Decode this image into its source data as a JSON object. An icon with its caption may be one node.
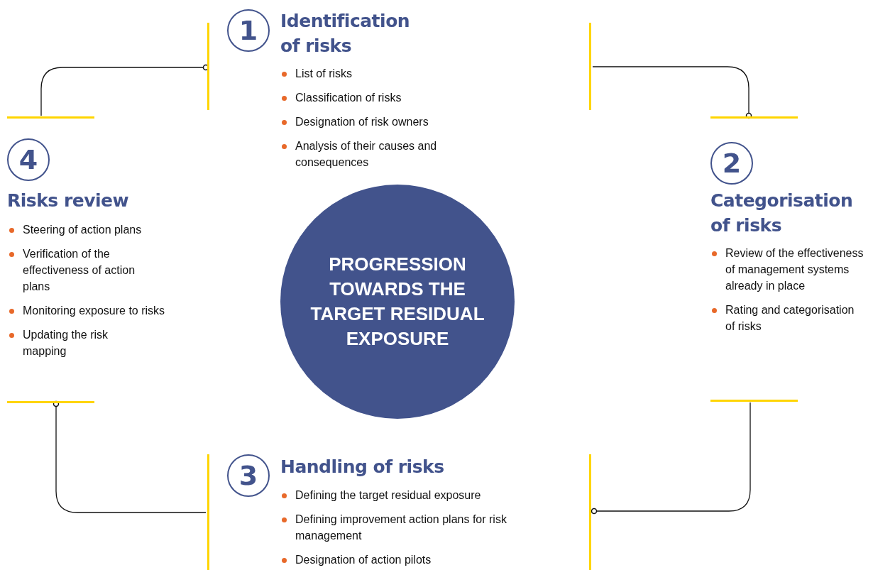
{
  "diagram": {
    "nodes": [
      {
        "text": [
          "Identification of risks",
          "List of risks",
          "Classification of risks",
          "Designation of risk owners",
          "Analysis of their causes and consequences"
        ]
      },
      {
        "text": [
          "1"
        ],
        "in": 0
      },
      {
        "text": [
          "Risks review",
          "Steering of action plans",
          "Verification of the effectiveness of action plans",
          "Monitoring exposure to risks",
          "Updating the risk mapping"
        ]
      },
      {
        "text": [
          "4"
        ],
        "in": 2
      },
      {
        "text": [
          "PROGRESSION TOWARDS THE TARGET RESIDUAL EXPOSURE"
        ]
      },
      {
        "text": [
          "Categorisation of risks",
          "Review of the effectiveness of management systems already in place",
          "Rating and categorisation of risks"
        ]
      },
      {
        "text": [
          "2"
        ],
        "in": 5
      },
      {
        "text": [
          "Handling of risks",
          "Defining the target residual exposure",
          "Defining improvement action plans for risk management",
          "Designation of action pilots"
        ]
      },
      {
        "text": [
          "3"
        ],
        "in": 7
      }
    ],
    "edges": [
      {
        "from": 2,
        "to": 0,
        "arrow": "other"
      },
      {
        "from": 0,
        "to": 5,
        "arrow": "other"
      },
      {
        "from": 5,
        "to": 7,
        "arrow": "other"
      },
      {
        "from": 7,
        "to": 2,
        "arrow": "other"
      }
    ]
  }
}
